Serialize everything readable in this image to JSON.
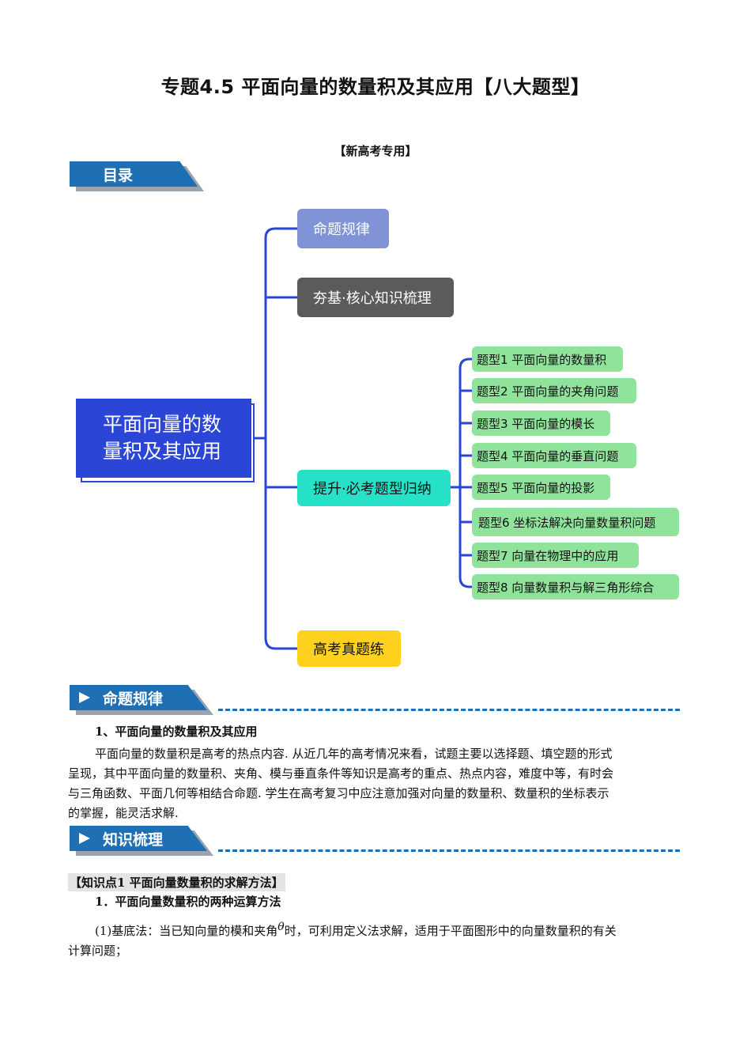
{
  "title": "专题4.5 平面向量的数量积及其应用【八大题型】",
  "subtitle": "【新高考专用】",
  "toc_banner": "目录",
  "mindmap": {
    "root": "平面向量的数量积及其应用",
    "root_line1": "平面向量的数",
    "root_line2": "量积及其应用",
    "branches": [
      {
        "label": "命题规律",
        "color": "#7f93d6"
      },
      {
        "label": "夯基·核心知识梳理",
        "color": "#5b5b5b"
      },
      {
        "label": "提升·必考题型归纳",
        "color": "#27e2c9"
      },
      {
        "label": "高考真题练",
        "color": "#ffd21f"
      }
    ],
    "leaves": [
      "题型1 平面向量的数量积",
      "题型2 平面向量的夹角问题",
      "题型3 平面向量的模长",
      "题型4 平面向量的垂直问题",
      "题型5 平面向量的投影",
      "题型6 坐标法解决向量数量积问题",
      "题型7  向量在物理中的应用",
      "题型8  向量数量积与解三角形综合"
    ]
  },
  "section1": {
    "banner": "命题规律",
    "heading": "1、平面向量的数量积及其应用",
    "lines": [
      "平面向量的数量积是高考的热点内容. 从近几年的高考情况来看，试题主要以选择题、填空题的形式",
      "呈现，其中平面向量的数量积、夹角、模与垂直条件等知识是高考的重点、热点内容，难度中等，有时会",
      "与三角函数、平面几何等相结合命题. 学生在高考复习中应注意加强对向量的数量积、数量积的坐标表示",
      "的掌握，能灵活求解."
    ]
  },
  "section2": {
    "banner": "知识梳理",
    "knowledge_point": "【知识点1  平面向量数量积的求解方法】",
    "heading": "1．平面向量数量积的两种运算方法",
    "line1_a": "(1)基底法：当已知向量的模和夹角",
    "theta": "θ",
    "line1_b": "时，可利用定义法求解，适用于平面图形中的向量数量积的有关",
    "line2": "计算问题；"
  }
}
